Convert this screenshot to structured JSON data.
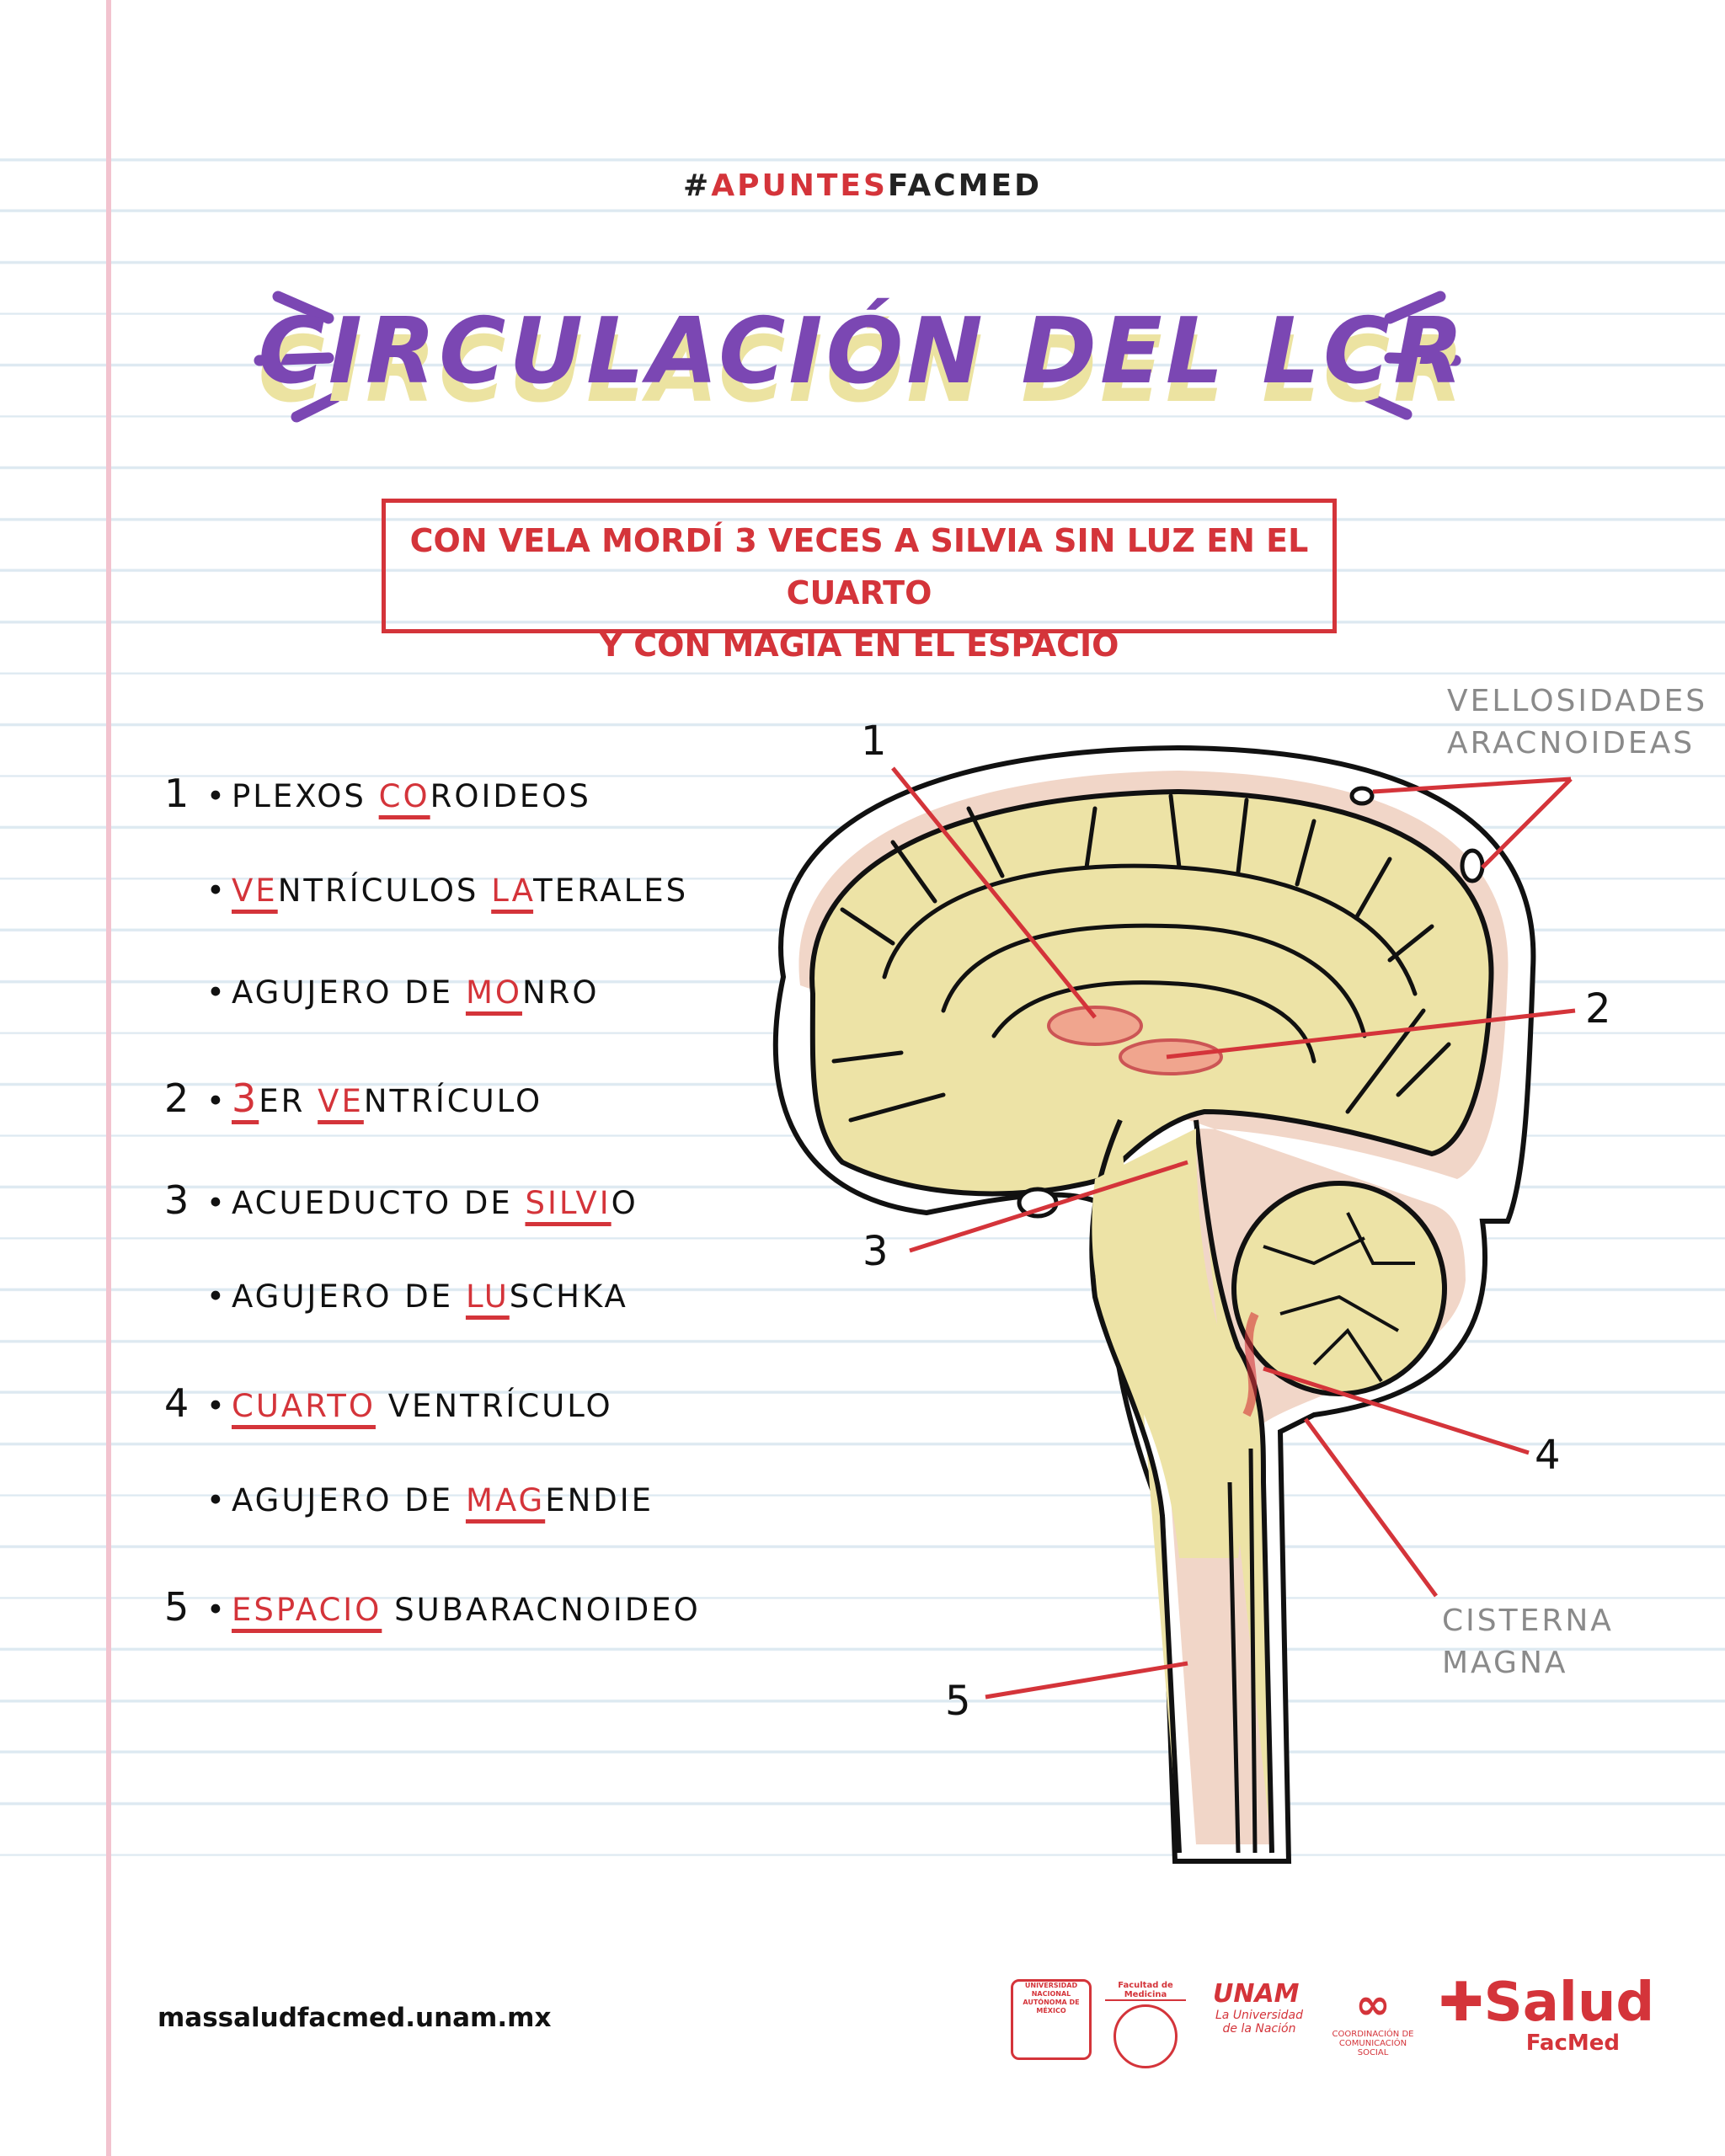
{
  "hashtag": {
    "prefix": "#",
    "red": "APUNTES",
    "black": "FACMED"
  },
  "title": "CIRCULACIÓN DEL LCR",
  "mnemonic": {
    "line1": "CON VELA MORDÍ 3 VECES A SILVIA SIN LUZ EN EL CUARTO",
    "line2": "Y CON MAGIA EN EL ESPACIO"
  },
  "list": [
    {
      "num": "1",
      "hl": "CO",
      "rest": "ROIDEOS",
      "pre": "PLEXOS "
    },
    {
      "num": "",
      "pre": "",
      "hl": "VE",
      "mid": "NTRÍCULOS ",
      "hl2": "LA",
      "rest": "TERALES"
    },
    {
      "num": "",
      "pre": "AGUJERO DE ",
      "hl": "MO",
      "rest": "NRO"
    },
    {
      "num": "2",
      "pre": "",
      "hl": "3",
      "mid": "ER ",
      "hl2": "VE",
      "rest": "NTRÍCULO"
    },
    {
      "num": "3",
      "pre": "ACUEDUCTO DE ",
      "hl": "SILVI",
      "rest": "O"
    },
    {
      "num": "",
      "pre": "AGUJERO DE ",
      "hl": "LU",
      "rest": "SCHKA"
    },
    {
      "num": "4",
      "pre": "",
      "hl": "CUARTO",
      "rest": " VENTRÍCULO"
    },
    {
      "num": "",
      "pre": "AGUJERO DE ",
      "hl": "MAG",
      "rest": "ENDIE"
    },
    {
      "num": "5",
      "pre": "",
      "hl": "ESPACIO",
      "rest": " SUBARACNOIDEO"
    }
  ],
  "bullet": "•",
  "diagram": {
    "labels": {
      "n1": "1",
      "n2": "2",
      "n3": "3",
      "n4": "4",
      "n5": "5"
    },
    "vellosidades": {
      "l1": "VELLOSIDADES",
      "l2": "ARACNOIDEAS"
    },
    "cisterna": {
      "l1": "CISTERNA",
      "l2": "MAGNA"
    }
  },
  "footer": {
    "url": "massaludfacmed.unam.mx"
  },
  "logos": {
    "unam_seal": "UNIVERSIDAD NACIONAL AUTÓNOMA DE MÉXICO",
    "facmed": "Facultad de Medicina",
    "unam": "UNAM",
    "unam_slogan": "La Universidad de la Nación",
    "coord": "COORDINACIÓN DE COMUNICACIÓN SOCIAL",
    "salud": "Salud",
    "salud_sub": "FacMed"
  },
  "colors": {
    "accent": "#d4343a",
    "purple": "#7b47b3",
    "brain": "#ede3a6"
  }
}
